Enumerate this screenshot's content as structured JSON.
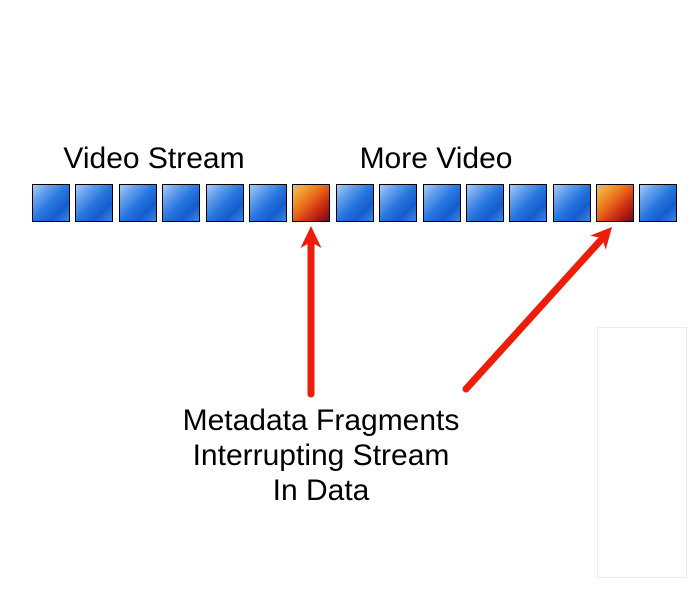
{
  "labels": {
    "video_stream": "Video Stream",
    "more_video": "More Video"
  },
  "caption": {
    "line1": "Metadata Fragments",
    "line2": "Interrupting Stream",
    "line3": "In Data"
  },
  "stream": {
    "total_blocks": 15,
    "metadata_block_positions": [
      7,
      14
    ],
    "blocks": [
      "video",
      "video",
      "video",
      "video",
      "video",
      "video",
      "metadata",
      "video",
      "video",
      "video",
      "video",
      "video",
      "video",
      "metadata",
      "video"
    ],
    "colors": {
      "video_block_gradient": [
        "#aacef5",
        "#6aa2ec",
        "#2776de",
        "#155ccc",
        "#3c85e4"
      ],
      "metadata_block_gradient": [
        "#cdbfa8",
        "#f2a83c",
        "#ec7a1e",
        "#d83c14",
        "#a81a14",
        "#6e0f16"
      ],
      "block_border": "#000000"
    }
  },
  "arrows": {
    "count": 2,
    "color": "#ed1c0b",
    "targets": [
      "first metadata block",
      "second metadata block"
    ]
  },
  "placeholder_box": {
    "border_color": "#ededed",
    "fill": "#ffffff"
  },
  "canvas": {
    "background": "#ffffff",
    "text_color": "#000000"
  }
}
